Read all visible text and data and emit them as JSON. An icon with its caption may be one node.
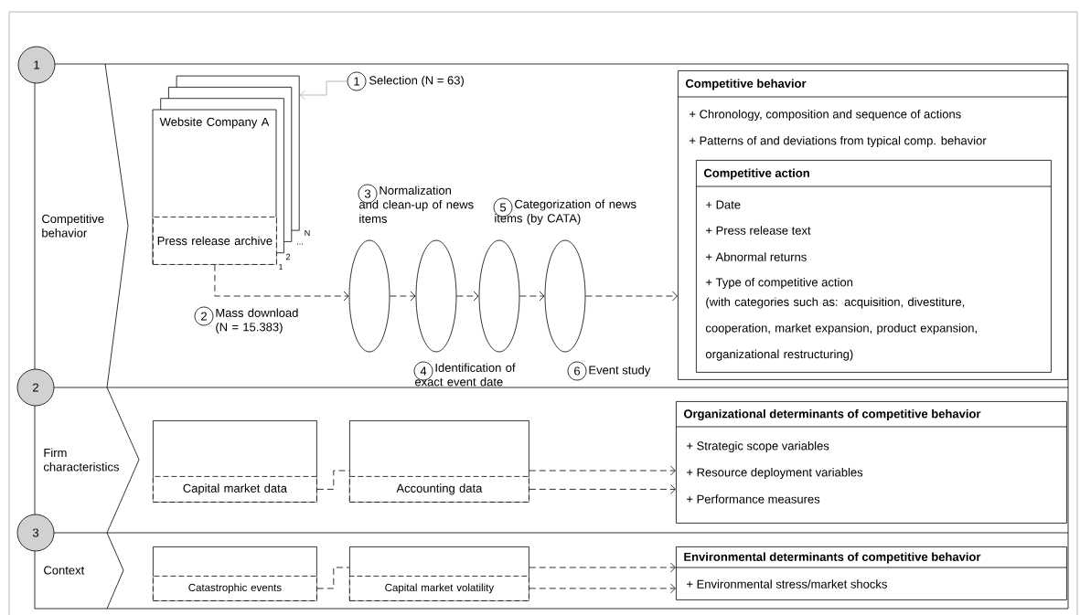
{
  "diagram": {
    "nodes": [
      {
        "text": [
          "Competitive behavior"
        ]
      },
      {
        "text": [
          "Firm characteristics"
        ]
      },
      {
        "text": [
          "Context"
        ]
      },
      {
        "text": [
          "1"
        ]
      },
      {
        "text": [
          "2"
        ]
      },
      {
        "text": [
          "3"
        ]
      },
      {
        "text": [
          "Website Company A"
        ]
      },
      {
        "text": [
          "Press release archive"
        ],
        "in": 6
      },
      {
        "text": [
          "1",
          "Selection (N = 63)"
        ]
      },
      {
        "text": [],
        "shape": "ellipse"
      },
      {
        "text": [],
        "shape": "ellipse"
      },
      {
        "text": [],
        "shape": "ellipse"
      },
      {
        "text": [],
        "shape": "ellipse"
      },
      {
        "text": [
          "Competitive behavior",
          "+ Chronology, composition and sequence of actions",
          "+ Patterns of and deviations from typical comp. behavior"
        ]
      },
      {
        "text": [
          "Competitive action",
          "+ Date",
          "+ Press release text",
          "+ Abnormal returns",
          "+ Type of competitive action",
          "(with categories such as: acquisition, divestiture, cooperation, market expansion, product expansion, organizational restructuring)"
        ],
        "in": 13
      },
      {
        "text": [],
        "shape": "box"
      },
      {
        "text": [
          "Capital market data"
        ],
        "in": 15
      },
      {
        "text": [],
        "shape": "box"
      },
      {
        "text": [
          "Accounting data"
        ],
        "in": 17
      },
      {
        "text": [
          "Organizational determinants of competitive behavior",
          "+ Strategic scope variables",
          "+ Resource deployment variables",
          "+ Performance measures"
        ]
      },
      {
        "text": [],
        "shape": "box"
      },
      {
        "text": [
          "Catastrophic events"
        ],
        "in": 20
      },
      {
        "text": [],
        "shape": "box"
      },
      {
        "text": [
          "Capital market volatility"
        ],
        "in": 22
      },
      {
        "text": [
          "Environmental determinants of competitive behavior",
          "+ Environmental stress/market shocks"
        ]
      }
    ],
    "edges": [
      {
        "from": 8,
        "to": 6,
        "arrow": "to",
        "color": "#a6a6a6"
      },
      {
        "from": 7,
        "to": 9,
        "arrow": "to",
        "style": "dashed"
      },
      {
        "from": 9,
        "to": 10,
        "arrow": "to",
        "style": "dashed"
      },
      {
        "from": 10,
        "to": 11,
        "arrow": "to",
        "style": "dashed"
      },
      {
        "from": 11,
        "to": 12,
        "arrow": "to",
        "style": "dashed"
      },
      {
        "from": 12,
        "to": 13,
        "arrow": "to",
        "style": "dashed"
      },
      {
        "from": 16,
        "to": 17,
        "arrow": "none",
        "style": "dashed"
      },
      {
        "from": 17,
        "to": 19,
        "arrow": "to",
        "style": "dashed"
      },
      {
        "from": 18,
        "to": 19,
        "arrow": "to",
        "style": "dashed"
      },
      {
        "from": 21,
        "to": 22,
        "arrow": "none",
        "style": "dashed"
      },
      {
        "from": 22,
        "to": 24,
        "arrow": "to",
        "style": "dashed"
      },
      {
        "from": 23,
        "to": 24,
        "arrow": "to",
        "style": "dashed"
      }
    ],
    "labels": [
      "N",
      "...",
      "2",
      "1",
      "3",
      "Normalization and clean-up of news items",
      "5",
      "Categorization of news items (by CATA)",
      "2",
      "Mass download (N = 15.383)",
      "4",
      "Identification of exact event date",
      "6",
      "Event study"
    ]
  }
}
